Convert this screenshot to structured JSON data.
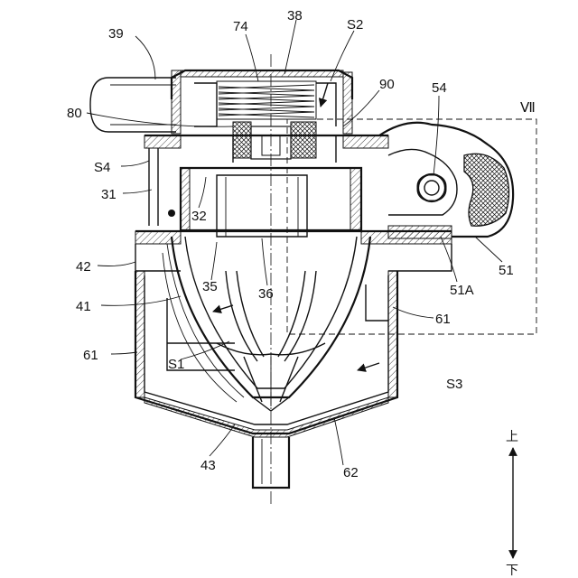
{
  "figure": {
    "labels": {
      "l39": "39",
      "l74": "74",
      "l38": "38",
      "lS2": "S2",
      "l90": "90",
      "l80": "80",
      "l54": "54",
      "lVII": "Ⅶ",
      "lS4": "S4",
      "l31": "31",
      "l32": "32",
      "l42": "42",
      "l35": "35",
      "l36": "36",
      "l51A": "51A",
      "l51": "51",
      "l41": "41",
      "l61a": "61",
      "l61b": "61",
      "lS1": "S1",
      "lS3": "S3",
      "l43": "43",
      "l62": "62"
    },
    "orientation": {
      "up": "上",
      "down": "下"
    }
  }
}
